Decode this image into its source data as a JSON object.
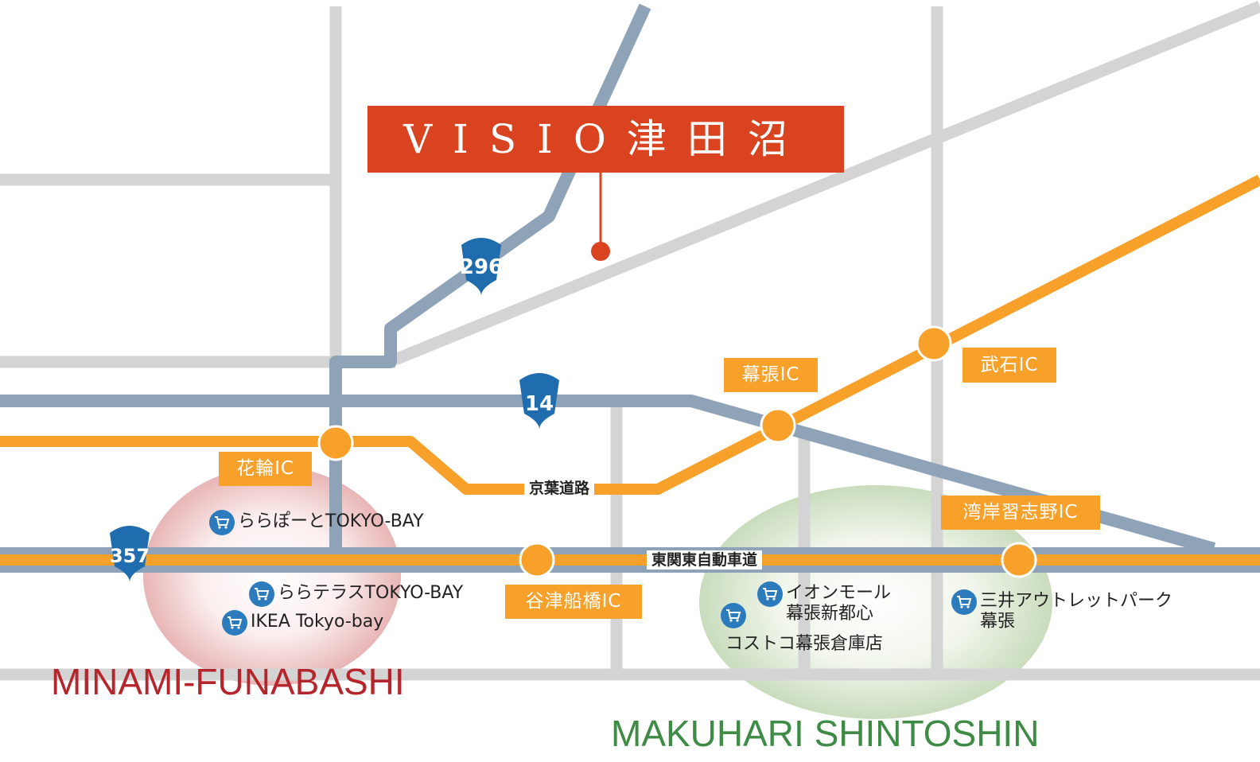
{
  "title": "VISIO津田沼",
  "route_shields": {
    "r296": "296",
    "r14": "14",
    "r357": "357"
  },
  "expressways": {
    "keiyo": "京葉道路",
    "higashikanto": "東関東自動車道"
  },
  "interchanges": {
    "hanawa": "花輪IC",
    "makuhari": "幕張IC",
    "takeishi": "武石IC",
    "wangan": "湾岸習志野IC",
    "yatsu": "谷津船橋IC"
  },
  "shops": {
    "lalaport": "ららぽーとTOKYO-BAY",
    "lalaterrace": "ららテラスTOKYO-BAY",
    "ikea": "IKEA Tokyo-bay",
    "aeon_line1": "イオンモール",
    "aeon_line2": "幕張新都心",
    "costco": "コストコ幕張倉庫店",
    "mitsui_line1": "三井アウトレットパーク",
    "mitsui_line2": "幕張"
  },
  "areas": {
    "minami": "MINAMI-FUNABASHI",
    "makuhari": "MAKUHARI SHINTOSHIN"
  },
  "colors": {
    "accent_red": "#d9431f",
    "expressway_orange": "#f7a12a",
    "national_route": "#8fa3b8",
    "local_road": "#d4d4d4",
    "shield_blue": "#1f6cae",
    "area_red": "#b5262c",
    "area_green": "#3e8b45"
  }
}
